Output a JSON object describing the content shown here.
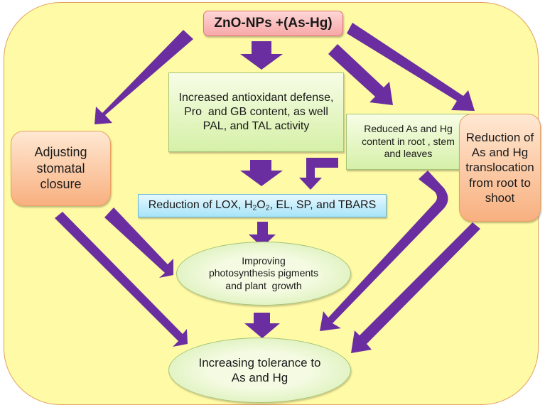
{
  "diagram": {
    "colors": {
      "background": "#fffaa5",
      "border": "#e2a060",
      "arrow": "#6a2ea0",
      "top_box": "#f7a8a8",
      "green_box": "#d6f0a8",
      "orange_box": "#f8b080",
      "blue_box": "#a8e4f8"
    },
    "nodes": {
      "treatment": "ZnO-NPs +(As-Hg)",
      "antioxidant": [
        "Increased antioxidant defense,",
        "Pro  and GB content, as well",
        "PAL, and TAL activity"
      ],
      "reduced_content": [
        "Reduced As and Hg",
        "content in root , stem",
        "and leaves"
      ],
      "stomatal": [
        "Adjusting",
        "stomatal",
        "closure"
      ],
      "translocation": [
        "Reduction of",
        "As and Hg",
        "translocation",
        "from root to",
        "shoot"
      ],
      "oxidative": {
        "prefix": "Reduction of LOX, H",
        "sub1": "2",
        "mid": "O",
        "sub2": "2",
        "suffix": ", EL, SP, and TBARS"
      },
      "photosynthesis": [
        "Improving",
        "photosynthesis pigments",
        "and plant  growth"
      ],
      "tolerance": [
        "Increasing tolerance to",
        "As and Hg"
      ]
    },
    "edges": [
      {
        "from": "treatment",
        "to": "stomatal"
      },
      {
        "from": "treatment",
        "to": "antioxidant"
      },
      {
        "from": "treatment",
        "to": "reduced_content"
      },
      {
        "from": "treatment",
        "to": "translocation"
      },
      {
        "from": "antioxidant",
        "to": "oxidative"
      },
      {
        "from": "reduced_content",
        "to": "oxidative"
      },
      {
        "from": "oxidative",
        "to": "photosynthesis"
      },
      {
        "from": "stomatal",
        "to": "photosynthesis"
      },
      {
        "from": "stomatal",
        "to": "tolerance"
      },
      {
        "from": "photosynthesis",
        "to": "tolerance"
      },
      {
        "from": "reduced_content",
        "to": "tolerance"
      },
      {
        "from": "translocation",
        "to": "tolerance"
      }
    ]
  }
}
